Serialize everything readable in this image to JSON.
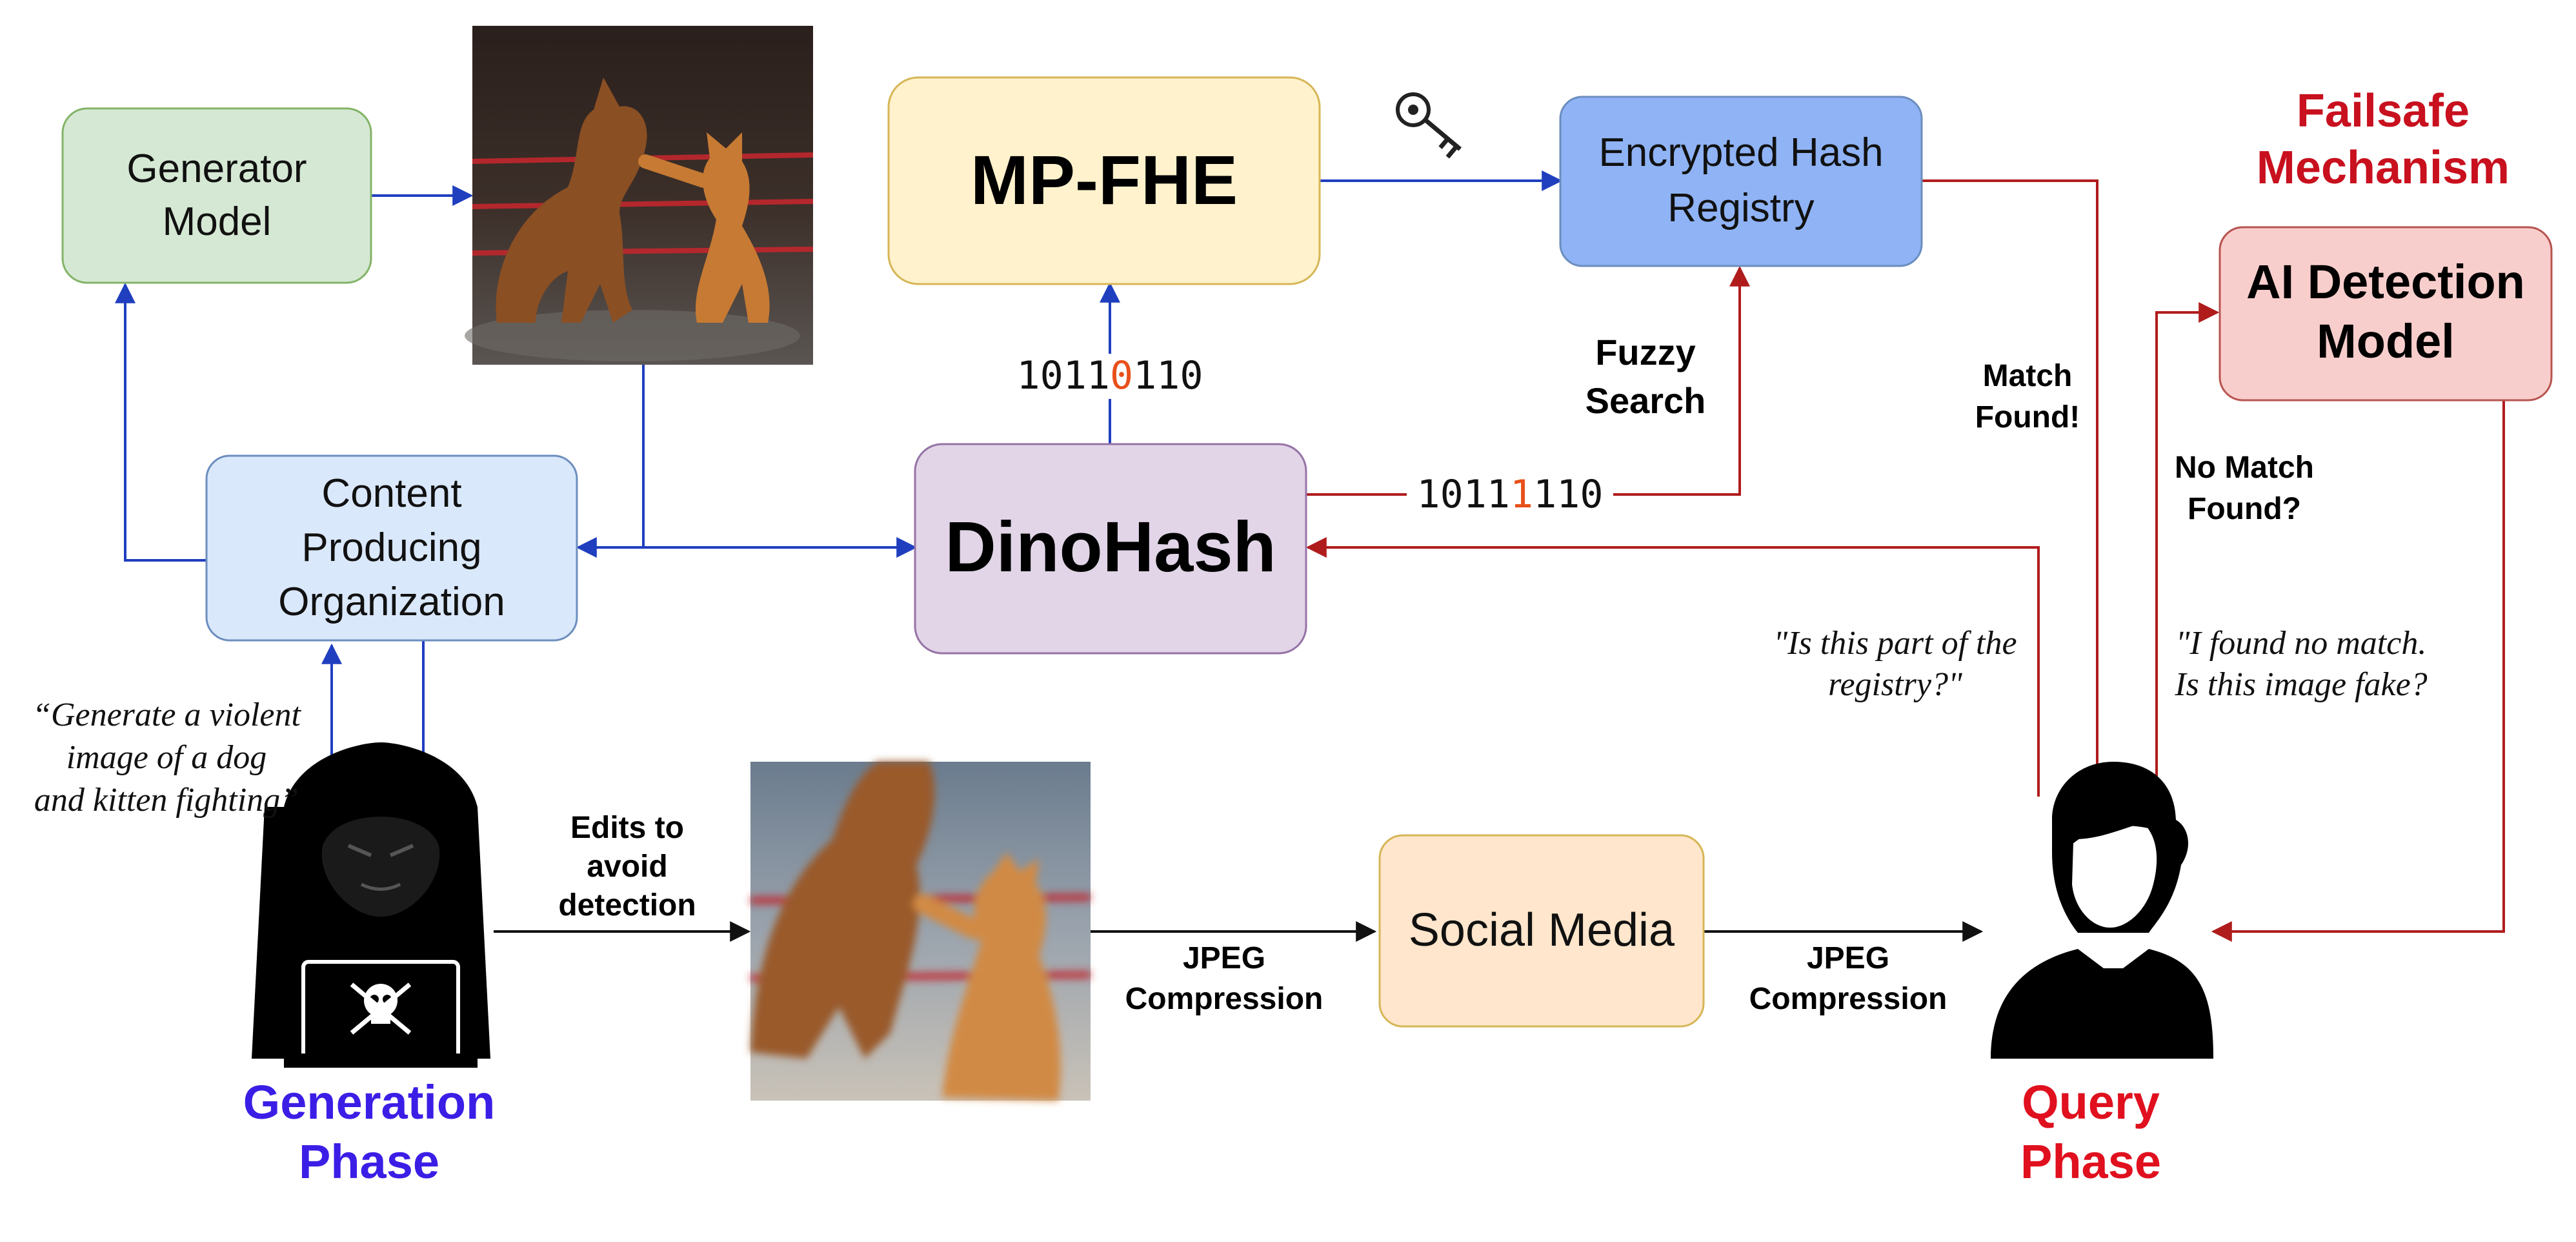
{
  "boxes": {
    "generator_model": {
      "line1": "Generator",
      "line2": "Model"
    },
    "mp_fhe": {
      "label": "MP-FHE"
    },
    "encrypted_hash_registry": {
      "line1": "Encrypted Hash",
      "line2": "Registry"
    },
    "content_producing_org": {
      "line1": "Content",
      "line2": "Producing",
      "line3": "Organization"
    },
    "dinohash": {
      "label": "DinoHash"
    },
    "social_media": {
      "label": "Social Media"
    },
    "ai_detection_model": {
      "line1": "AI Detection",
      "line2": "Model"
    }
  },
  "hashes": {
    "top": {
      "prefix": "1011",
      "bit": "0",
      "suffix": "110"
    },
    "right": {
      "prefix": "1011",
      "bit": "1",
      "suffix": "110"
    }
  },
  "labels": {
    "fuzzy_search": {
      "line1": "Fuzzy",
      "line2": "Search"
    },
    "match_found": {
      "line1": "Match",
      "line2": "Found!"
    },
    "no_match_found": {
      "line1": "No Match",
      "line2": "Found?"
    },
    "edits": {
      "line1": "Edits to",
      "line2": "avoid",
      "line3": "detection"
    },
    "jpeg_left": {
      "line1": "JPEG",
      "line2": "Compression"
    },
    "jpeg_right": {
      "line1": "JPEG",
      "line2": "Compression"
    },
    "failsafe": {
      "line1": "Failsafe",
      "line2": "Mechanism"
    },
    "generation_phase": {
      "line1": "Generation",
      "line2": "Phase"
    },
    "query_phase": {
      "line1": "Query",
      "line2": "Phase"
    }
  },
  "quotes": {
    "prompt": {
      "line1": "“Generate a violent",
      "line2": "image of a dog",
      "line3": "and kitten fighting”"
    },
    "registry_question": {
      "line1": "\"Is this part of the",
      "line2": "registry?\""
    },
    "fake_question": {
      "line1": "\"I found no match.",
      "line2": "Is this image fake?"
    }
  },
  "colors": {
    "blue_arrow": "#1f3fbf",
    "red_arrow": "#b01c1c",
    "orange_bit": "#e8501a",
    "generation_phase": "#3b1ee6",
    "query_phase": "#e0101e",
    "failsafe": "#c8101e"
  },
  "icons": [
    "key-icon",
    "hacker-icon",
    "user-icon",
    "skull-icon"
  ]
}
